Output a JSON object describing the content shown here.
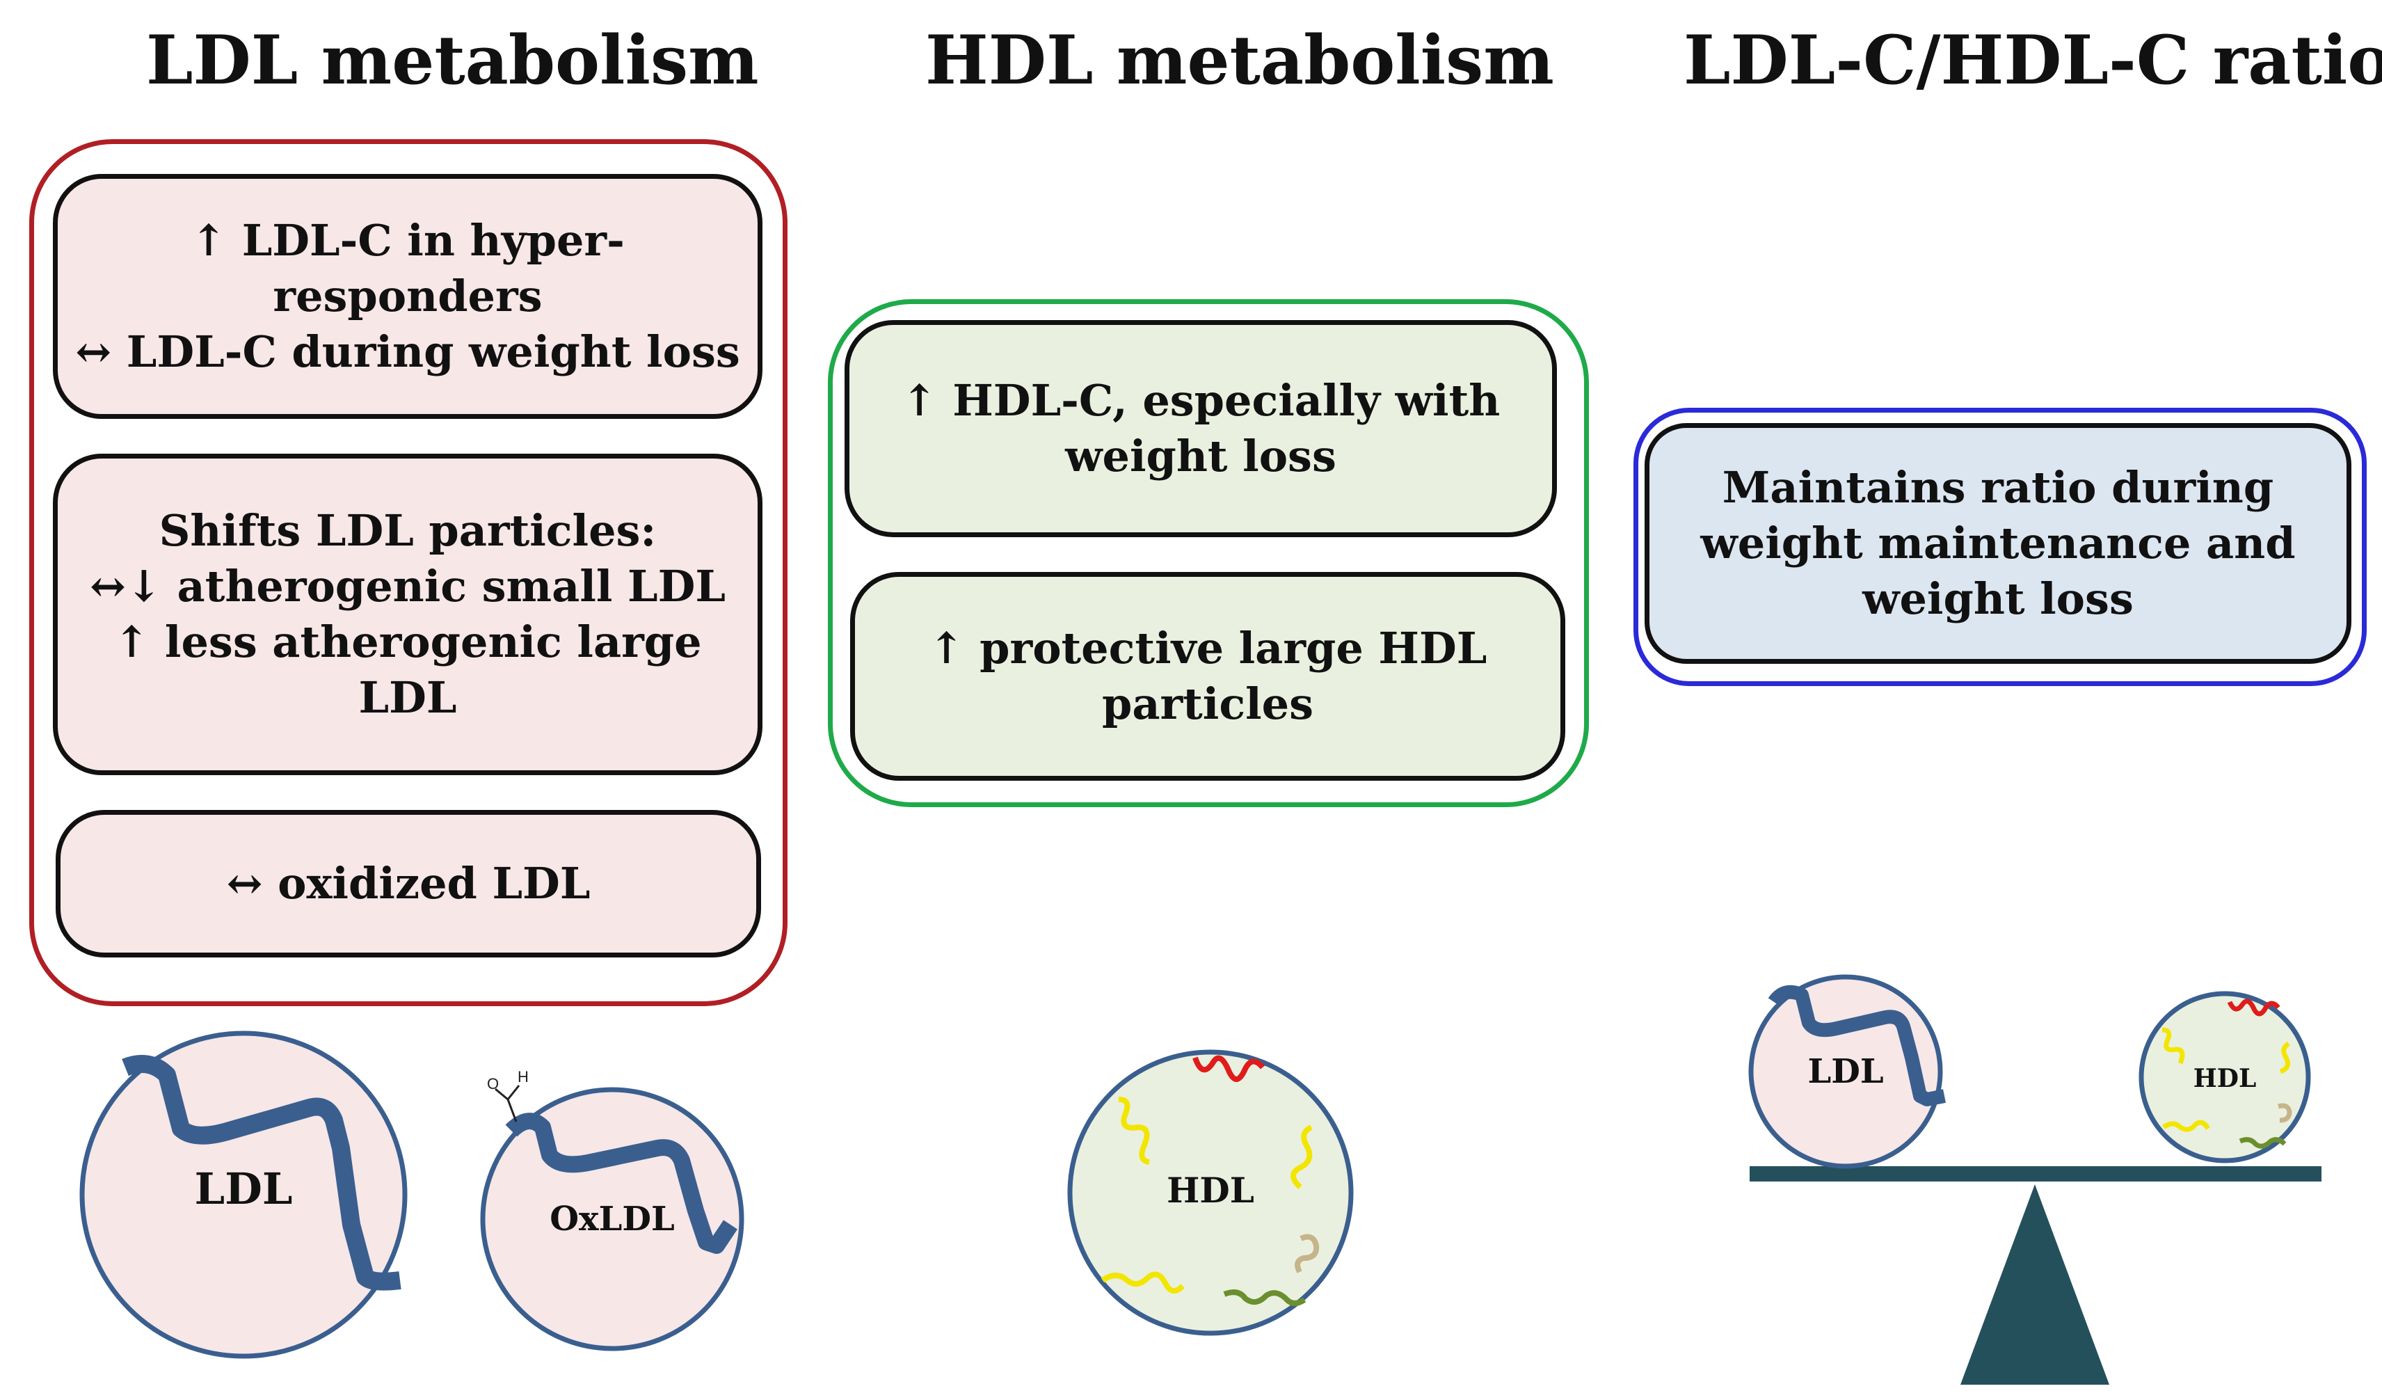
{
  "titles": {
    "ldl": "LDL metabolism",
    "hdl": "HDL metabolism",
    "ratio": "LDL-C/HDL-C ratio"
  },
  "ldl_boxes": {
    "box1": "↑ LDL-C in hyper-responders\n↔ LDL-C during weight loss",
    "box2": "Shifts LDL particles:\n↔↓ atherogenic small LDL\n↑ less atherogenic large LDL",
    "box3": "↔ oxidized LDL"
  },
  "hdl_boxes": {
    "box1": "↑ HDL-C, especially with\nweight loss",
    "box2": "↑ protective large HDL\nparticles"
  },
  "ratio_box": "Maintains ratio during\nweight maintenance and\nweight loss",
  "particles": {
    "ldl": "LDL",
    "oxldl": "OxLDL",
    "hdl": "HDL",
    "scale_ldl": "LDL",
    "scale_hdl": "HDL",
    "aldehyde_h": "H",
    "aldehyde_o": "O"
  },
  "colors": {
    "ldl_border": "#b01f24",
    "hdl_border": "#1faa4a",
    "ratio_border": "#2a2ad8",
    "apo_b": "#3a5f8f",
    "scale": "#24505c"
  }
}
